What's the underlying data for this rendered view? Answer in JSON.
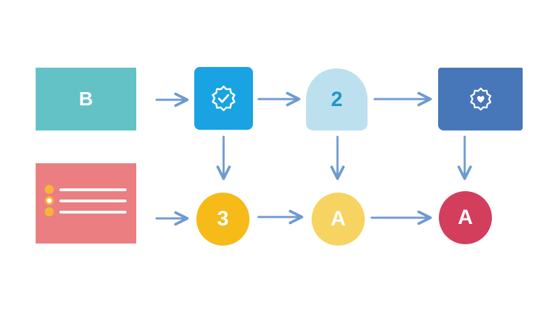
{
  "colors": {
    "teal": "#63c2c6",
    "sky": "#1aa3e3",
    "pale_blue": "#bde0ee",
    "navy": "#4777b8",
    "salmon": "#ea7e81",
    "gold": "#f6bb19",
    "light_gold": "#f7d461",
    "crimson": "#d23e5c",
    "arrow": "#6f9ad0",
    "list_bullet": "#f4b53a",
    "number_text": "#1f95cc"
  },
  "nodes": {
    "b": {
      "label": "B"
    },
    "verified": {
      "icon": "verified-badge-icon"
    },
    "two": {
      "label": "2"
    },
    "shield": {
      "icon": "heart-badge-icon"
    },
    "list": {
      "icon": "bullet-list-icon"
    },
    "three": {
      "label": "3"
    },
    "a1": {
      "label": "A"
    },
    "a2": {
      "label": "A"
    }
  }
}
